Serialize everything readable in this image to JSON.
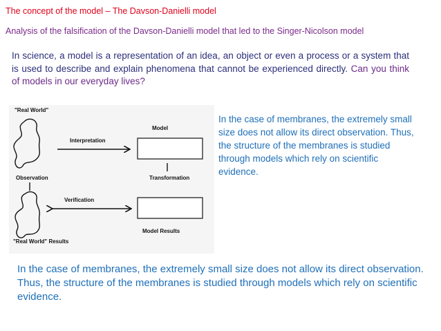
{
  "title": "The concept of the model – The Davson-Danielli model",
  "subtitle": "Analysis of the falsification of the Davson-Danielli model that led to the Singer-Nicolson model",
  "intro": {
    "text": "In science, a model is a representation of an idea, an object or even a process or a system that is used to describe and explain phenomena that cannot be experienced directly.",
    "question": "Can you think of models in our everyday lives?"
  },
  "figure": {
    "real_world": "\"Real World\"",
    "interpretation": "Interpretation",
    "model": "Model",
    "observation": "Observation",
    "transformation": "Transformation",
    "verification": "Verification",
    "real_world_results": "\"Real World\" Results",
    "model_results": "Model Results"
  },
  "side_text": "In the case of membranes, the extremely small size does not allow its direct observation. Thus, the structure of the membranes is studied through models which rely on scientific evidence.",
  "bottom_text": "In the case of membranes, the extremely small size does not allow its direct observation. Thus, the structure of the membranes is studied through models which rely on scientific evidence.",
  "colors": {
    "title": "#e0001b",
    "subtitle": "#7a2a8a",
    "intro": "#2b2f7a",
    "question": "#6b2a8a",
    "body_text": "#1f6fb8"
  }
}
